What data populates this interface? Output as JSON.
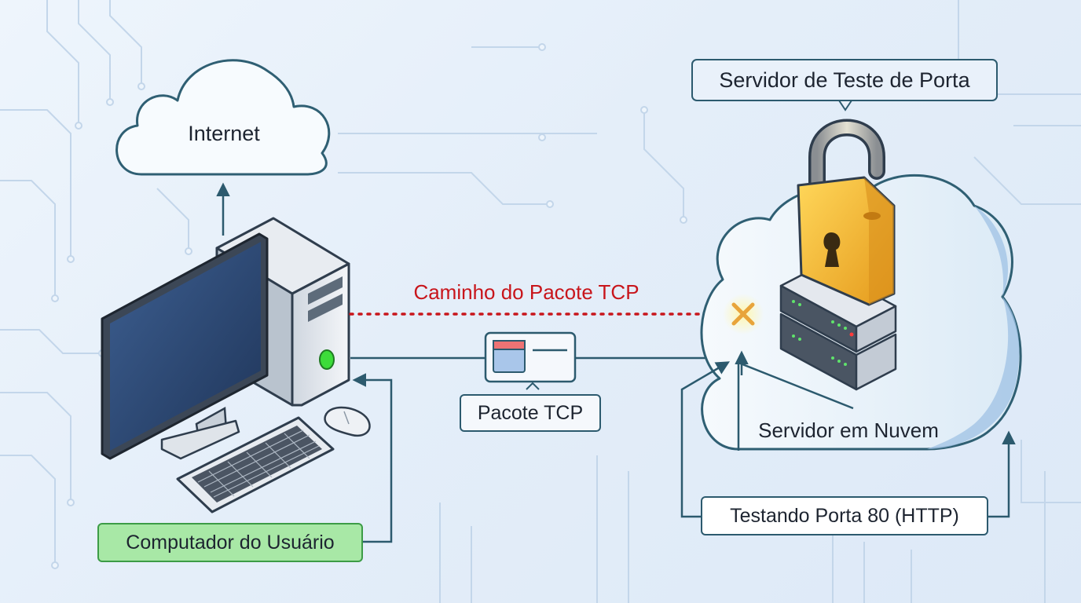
{
  "diagram": {
    "internet_label": "Internet",
    "port_test_server_label": "Servidor de Teste de Porta",
    "packet_path_label": "Caminho do Pacote TCP",
    "packet_label": "Pacote TCP",
    "cloud_server_label": "Servidor em Nuvem",
    "testing_port_label": "Testando Porta 80 (HTTP)",
    "user_computer_label": "Computador do Usuário"
  },
  "colors": {
    "path_red": "#c8151b",
    "arrow_dark": "#2c5a6e",
    "user_label_bg": "#a8e8a6",
    "user_label_border": "#3c9c46",
    "lock_gold": "#f2b833",
    "power_led": "#3ddc3a"
  },
  "icons": [
    "cloud-icon",
    "desktop-computer-icon",
    "keyboard-icon",
    "mouse-icon",
    "padlock-open-icon",
    "server-rack-icon",
    "blocked-x-icon",
    "packet-icon"
  ]
}
